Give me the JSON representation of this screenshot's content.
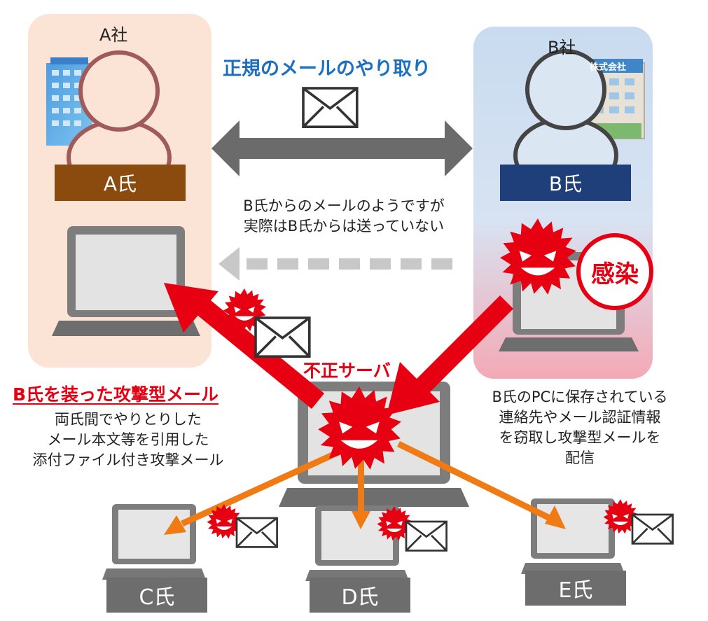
{
  "company_a": {
    "label": "A社",
    "person": "A氏"
  },
  "company_b": {
    "label": "B社",
    "person": "B氏",
    "building_sign": "株式会社"
  },
  "legit_exchange": "正規のメールのやり取り",
  "spoof_note": [
    "B氏からのメールのようですが",
    "実際はB氏からは送っていない"
  ],
  "infected_label": "感染",
  "server_label": "不正サーバ",
  "attack_mail": {
    "title": "B氏を装った攻撃型メール",
    "description": [
      "両氏間でやりとりした",
      "メール本文等を引用した",
      "添付ファイル付き攻撃メール"
    ]
  },
  "theft_note": [
    "B氏のPCに保存されている",
    "連絡先やメール認証情報",
    "を窃取し攻撃型メールを",
    "配信"
  ],
  "victims": [
    "C氏",
    "D氏",
    "E氏"
  ],
  "colors": {
    "red": "#e60012",
    "orange": "#f07a14",
    "blue_title": "#1f6fc0",
    "gray_arrow": "#6b6b6b"
  },
  "icons": [
    "building-icon",
    "person-icon",
    "envelope-icon",
    "laptop-icon",
    "virus-icon",
    "arrow-icon"
  ]
}
